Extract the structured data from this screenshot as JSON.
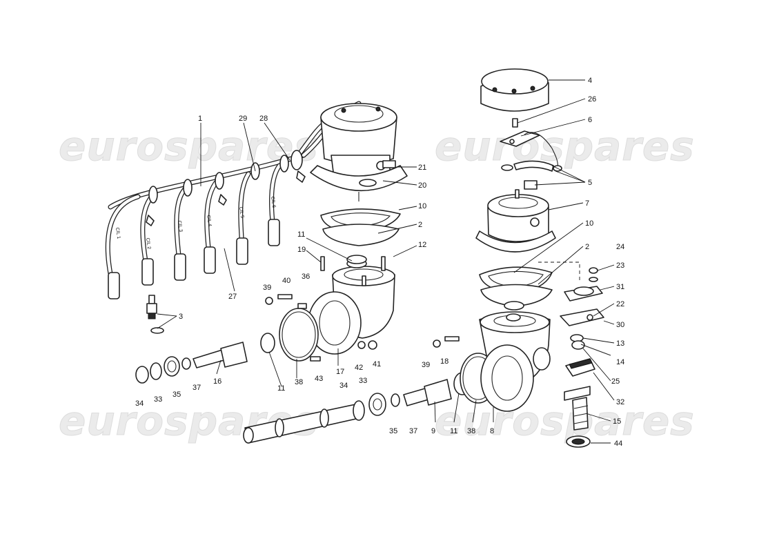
{
  "watermark": {
    "text": "eurospares"
  },
  "callouts": [
    {
      "id": "c1",
      "text": "1"
    },
    {
      "id": "c29",
      "text": "29"
    },
    {
      "id": "c28",
      "text": "28"
    },
    {
      "id": "c21",
      "text": "21"
    },
    {
      "id": "c20",
      "text": "20"
    },
    {
      "id": "c10a",
      "text": "10"
    },
    {
      "id": "c2a",
      "text": "2"
    },
    {
      "id": "c11a",
      "text": "11"
    },
    {
      "id": "c12",
      "text": "12"
    },
    {
      "id": "c19",
      "text": "19"
    },
    {
      "id": "c27",
      "text": "27"
    },
    {
      "id": "c3",
      "text": "3"
    },
    {
      "id": "c39a",
      "text": "39"
    },
    {
      "id": "c40",
      "text": "40"
    },
    {
      "id": "c36",
      "text": "36"
    },
    {
      "id": "c34a",
      "text": "34"
    },
    {
      "id": "c33a",
      "text": "33"
    },
    {
      "id": "c35a",
      "text": "35"
    },
    {
      "id": "c37a",
      "text": "37"
    },
    {
      "id": "c16",
      "text": "16"
    },
    {
      "id": "c11b",
      "text": "11"
    },
    {
      "id": "c38a",
      "text": "38"
    },
    {
      "id": "c43",
      "text": "43"
    },
    {
      "id": "c17",
      "text": "17"
    },
    {
      "id": "c42",
      "text": "42"
    },
    {
      "id": "c41",
      "text": "41"
    },
    {
      "id": "c34b",
      "text": "34"
    },
    {
      "id": "c33b",
      "text": "33"
    },
    {
      "id": "c35b",
      "text": "35"
    },
    {
      "id": "c37b",
      "text": "37"
    },
    {
      "id": "c9",
      "text": "9"
    },
    {
      "id": "c11c",
      "text": "11"
    },
    {
      "id": "c38b",
      "text": "38"
    },
    {
      "id": "c8",
      "text": "8"
    },
    {
      "id": "c39b",
      "text": "39"
    },
    {
      "id": "c18",
      "text": "18"
    },
    {
      "id": "c4",
      "text": "4"
    },
    {
      "id": "c26",
      "text": "26"
    },
    {
      "id": "c6",
      "text": "6"
    },
    {
      "id": "c5",
      "text": "5"
    },
    {
      "id": "c7",
      "text": "7"
    },
    {
      "id": "c10b",
      "text": "10"
    },
    {
      "id": "c2b",
      "text": "2"
    },
    {
      "id": "c24",
      "text": "24"
    },
    {
      "id": "c23",
      "text": "23"
    },
    {
      "id": "c31",
      "text": "31"
    },
    {
      "id": "c22",
      "text": "22"
    },
    {
      "id": "c30",
      "text": "30"
    },
    {
      "id": "c13",
      "text": "13"
    },
    {
      "id": "c14",
      "text": "14"
    },
    {
      "id": "c25",
      "text": "25"
    },
    {
      "id": "c32",
      "text": "32"
    },
    {
      "id": "c15",
      "text": "15"
    },
    {
      "id": "c44",
      "text": "44"
    }
  ],
  "cable_markings": [
    "CIL 1",
    "CIL 2",
    "CIL 3",
    "CIL 4",
    "CIL 5",
    "CIL 6"
  ]
}
